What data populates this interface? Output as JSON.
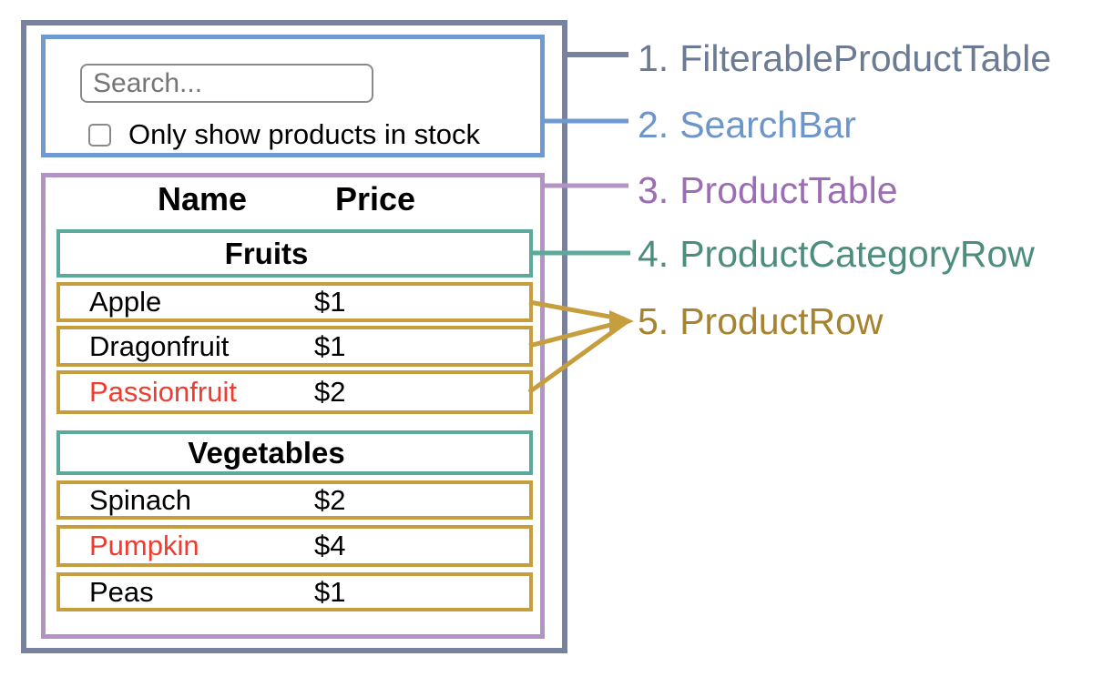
{
  "colors": {
    "gray": "#78829e",
    "blue": "#6f9ad1",
    "purple": "#b393c6",
    "teal": "#5ca89a",
    "gold": "#c79e3d",
    "red": "#f23b2e",
    "input_border": "#8a8a8a",
    "placeholder_text": "#757575",
    "text": "#000000"
  },
  "search_bar": {
    "placeholder": "Search...",
    "checkbox_label": "Only show products in stock",
    "checkbox_checked": false
  },
  "product_table": {
    "headers": {
      "name": "Name",
      "price": "Price"
    },
    "sections": [
      {
        "category": "Fruits",
        "rows": [
          {
            "name": "Apple",
            "price": "$1",
            "out_of_stock": false
          },
          {
            "name": "Dragonfruit",
            "price": "$1",
            "out_of_stock": false
          },
          {
            "name": "Passionfruit",
            "price": "$2",
            "out_of_stock": true
          }
        ]
      },
      {
        "category": "Vegetables",
        "rows": [
          {
            "name": "Spinach",
            "price": "$2",
            "out_of_stock": false
          },
          {
            "name": "Pumpkin",
            "price": "$4",
            "out_of_stock": true
          },
          {
            "name": "Peas",
            "price": "$1",
            "out_of_stock": false
          }
        ]
      }
    ]
  },
  "legend": [
    {
      "num": "1.",
      "name": "FilterableProductTable",
      "color": "#6b7b94"
    },
    {
      "num": "2.",
      "name": "SearchBar",
      "color": "#6c95c9"
    },
    {
      "num": "3.",
      "name": "ProductTable",
      "color": "#9d6db4"
    },
    {
      "num": "4.",
      "name": "ProductCategoryRow",
      "color": "#4d8d7e"
    },
    {
      "num": "5.",
      "name": "ProductRow",
      "color": "#a5832f"
    }
  ]
}
